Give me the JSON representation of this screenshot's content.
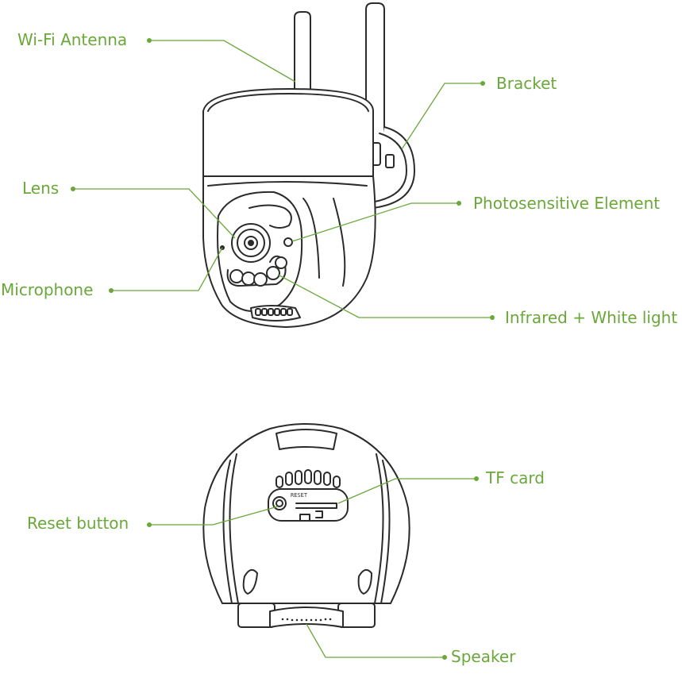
{
  "accent": "#6aa83a",
  "ink": "#2b2b2b",
  "callouts": {
    "wifi_antenna": "Wi-Fi Antenna",
    "bracket": "Bracket",
    "lens": "Lens",
    "photosensitive": "Photosensitive Element",
    "microphone": "Microphone",
    "infrared_white": "Infrared + White light",
    "tf_card": "TF card",
    "reset_button": "Reset button",
    "speaker": "Speaker"
  },
  "engravings": {
    "reset": "RESET"
  }
}
